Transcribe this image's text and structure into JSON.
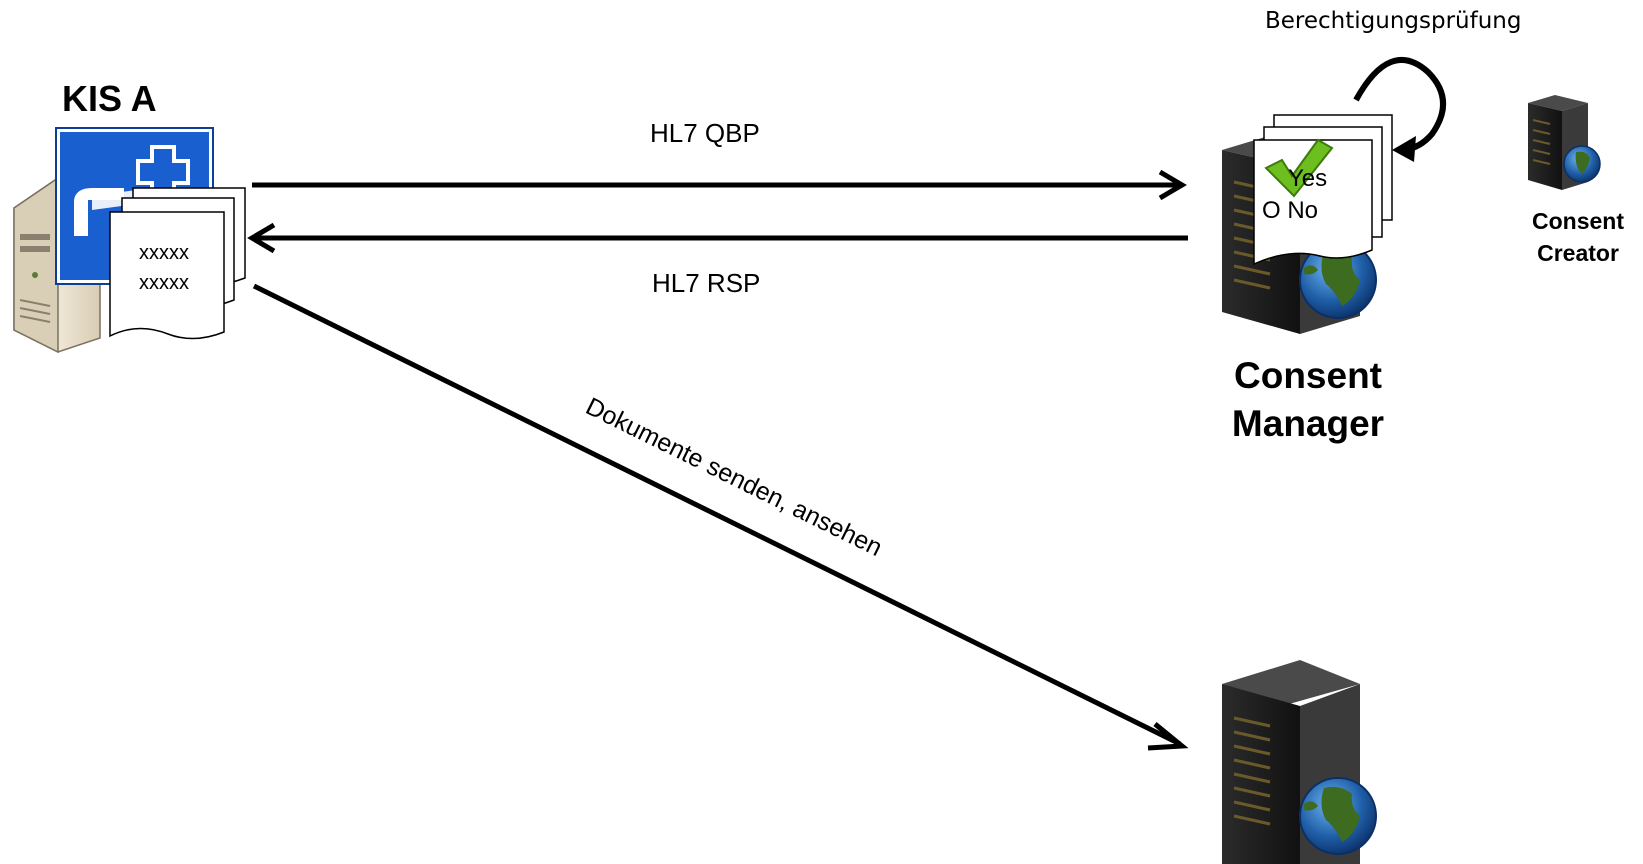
{
  "nodes": {
    "kis": {
      "title": "KIS A",
      "doc_line_1": "xxxxx",
      "doc_line_2": "xxxxx"
    },
    "consent_manager": {
      "title": "Consent Manager",
      "option_yes": "Yes",
      "option_no": "O No"
    },
    "consent_creator": {
      "title": "Consent Creator"
    }
  },
  "edges": {
    "query": {
      "label": "HL7 QBP"
    },
    "response": {
      "label": "HL7 RSP"
    },
    "documents": {
      "label": "Dokumente senden, ansehen"
    },
    "check": {
      "label": "Berechtigungsprüfung"
    }
  },
  "colors": {
    "kis_blue": "#1a5fd0",
    "server_dark": "#1e1e1e",
    "server_light": "#3a3a3a",
    "globe_blue": "#1f5fa8",
    "globe_land": "#3d6b1f",
    "check_green": "#6cbf1f",
    "arrow": "#000000"
  },
  "icons": [
    "hospital-pc-icon",
    "server-globe-icon",
    "checkmark-icon",
    "document-stack-icon"
  ]
}
